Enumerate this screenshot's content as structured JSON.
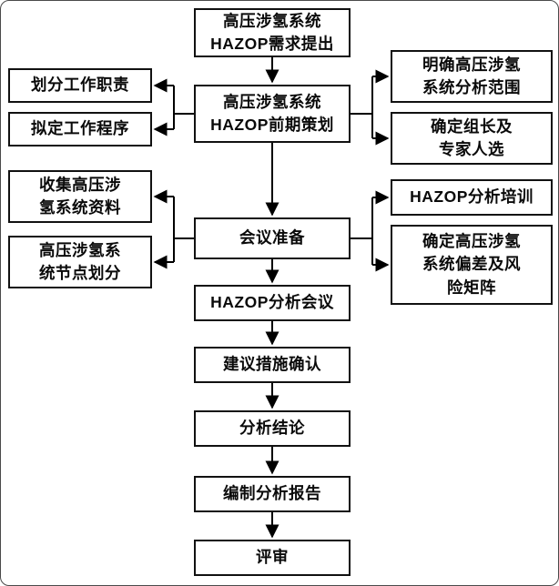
{
  "flowchart": {
    "center": {
      "requirement": "高压涉氢系统\nHAZOP需求提出",
      "planning": "高压涉氢系统\nHAZOP前期策划",
      "meeting_prep": "会议准备",
      "analysis_meeting": "HAZOP分析会议",
      "measures": "建议措施确认",
      "conclusion": "分析结论",
      "report": "编制分析报告",
      "review": "评审"
    },
    "left": {
      "duties": "划分工作职责",
      "procedures": "拟定工作程序",
      "collect_data": "收集高压涉\n氢系统资料",
      "node_division": "高压涉氢系\n统节点划分"
    },
    "right": {
      "scope": "明确高压涉氢\n系统分析范围",
      "leader_experts": "确定组长及\n专家人选",
      "training": "HAZOP分析培训",
      "deviation_matrix": "确定高压涉氢\n系统偏差及风\n险矩阵"
    },
    "line_color": "#000000"
  }
}
